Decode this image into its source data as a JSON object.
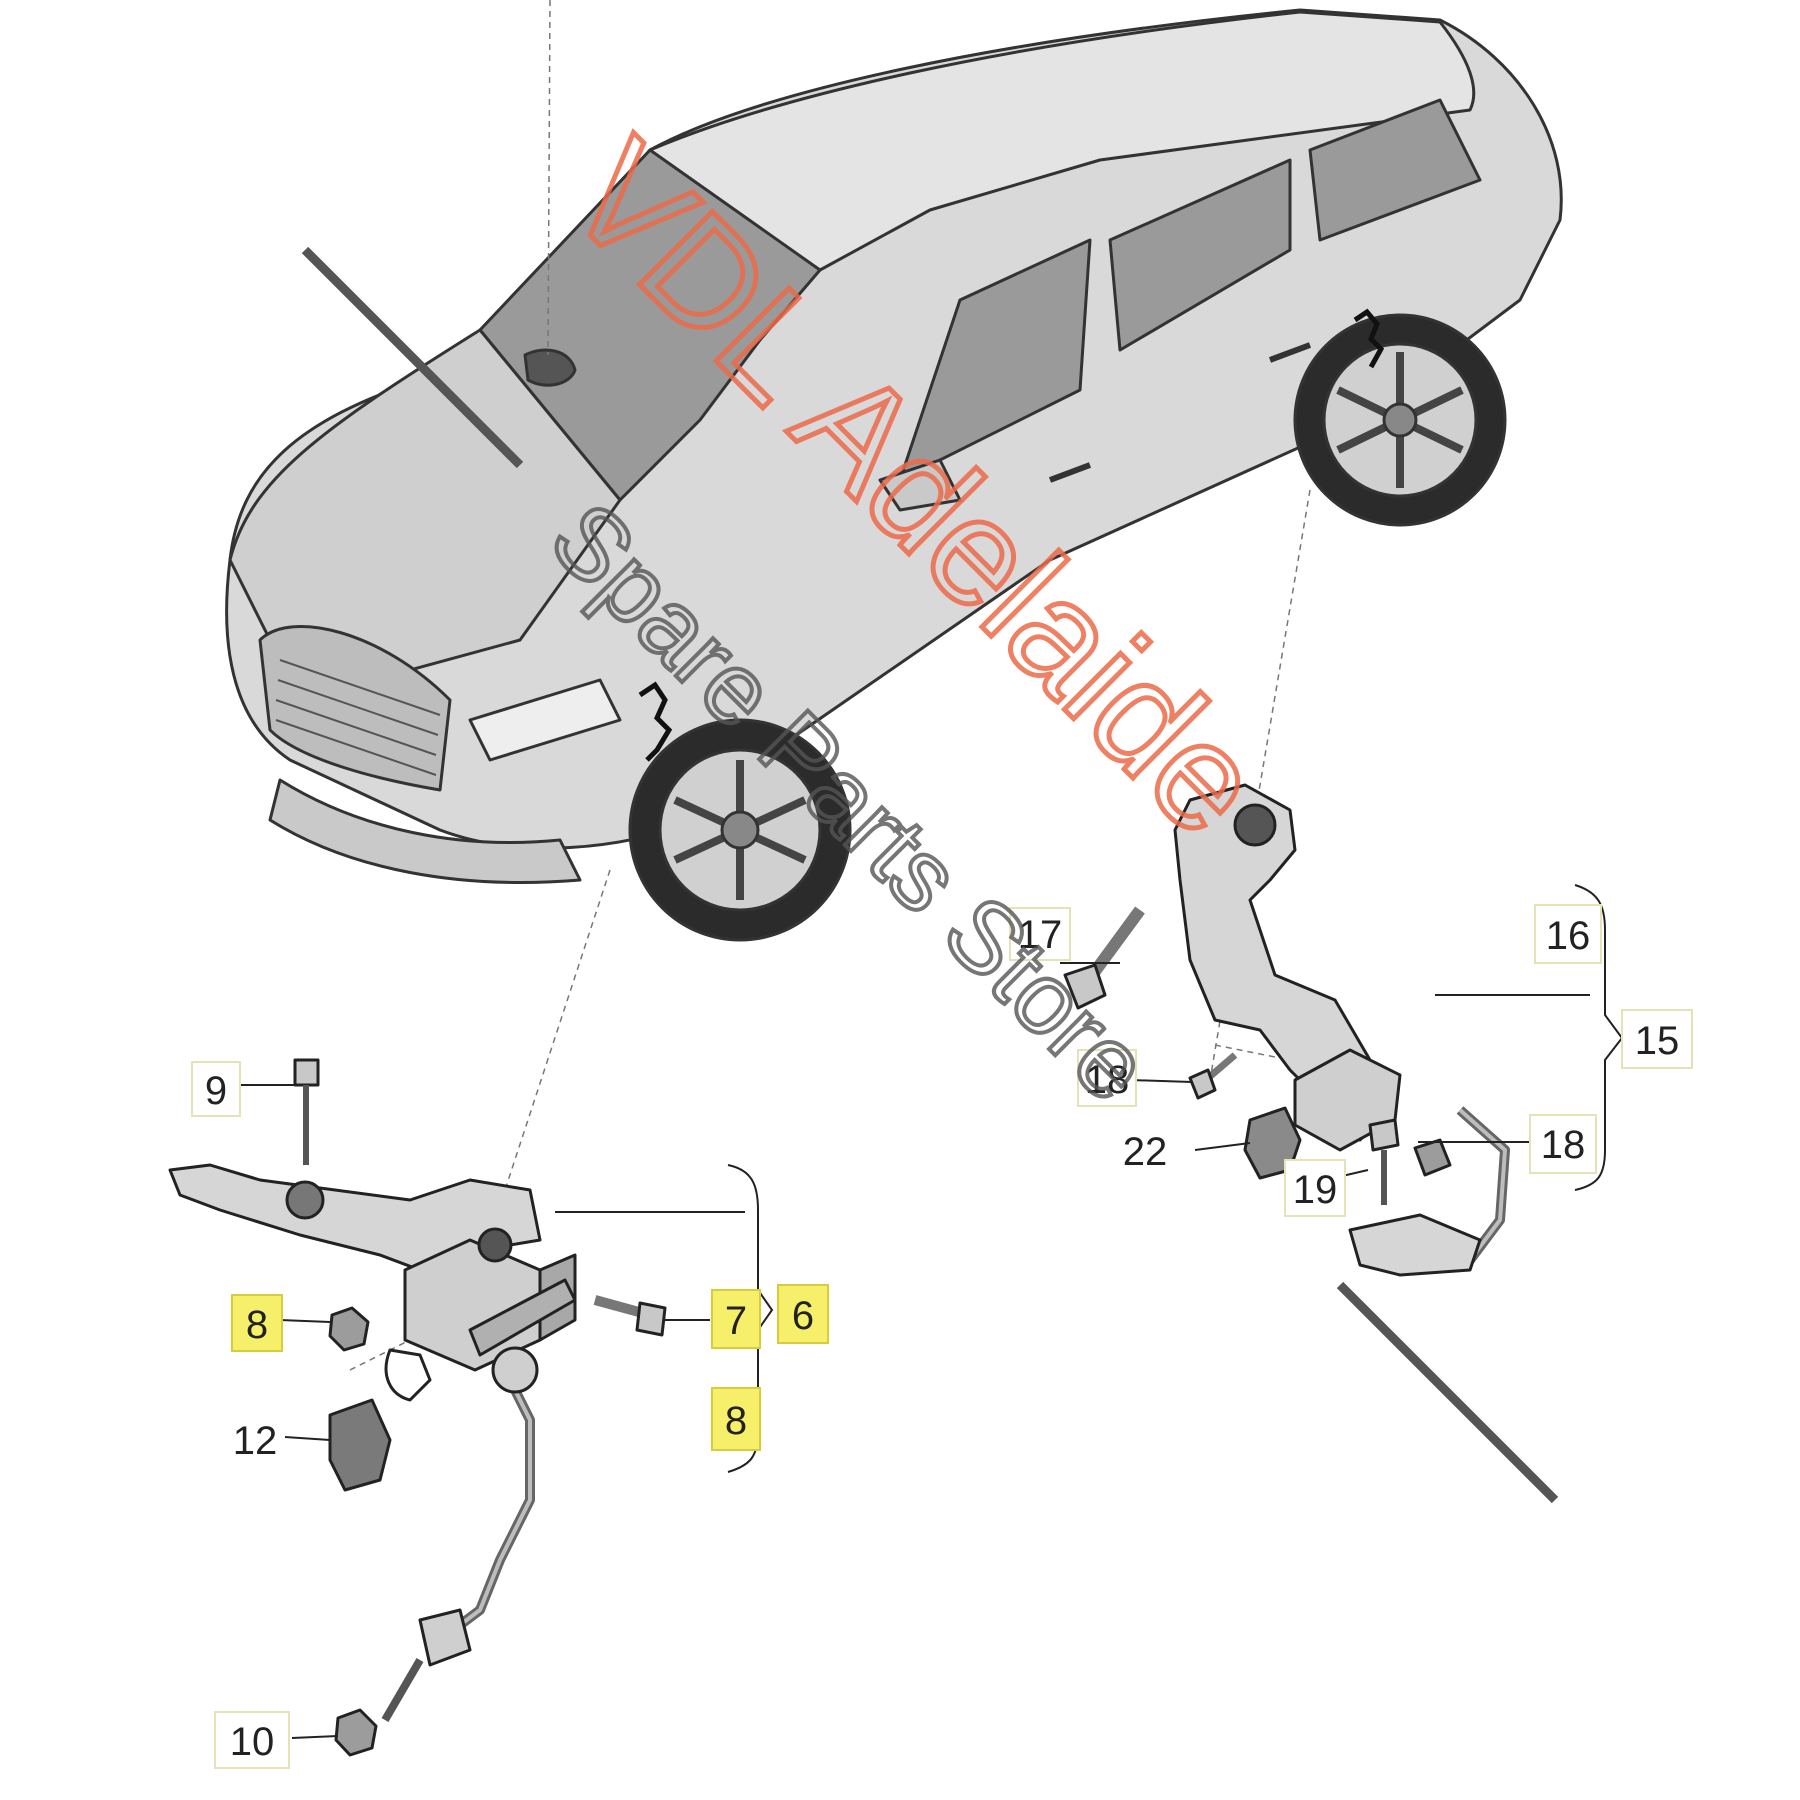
{
  "callouts": [
    {
      "id": "9",
      "text": "9",
      "highlighted": false
    },
    {
      "id": "8a",
      "text": "8",
      "highlighted": true
    },
    {
      "id": "12",
      "text": "12",
      "highlighted": false
    },
    {
      "id": "10",
      "text": "10",
      "highlighted": false
    },
    {
      "id": "7",
      "text": "7",
      "highlighted": true
    },
    {
      "id": "6",
      "text": "6",
      "highlighted": true
    },
    {
      "id": "8b",
      "text": "8",
      "highlighted": true
    },
    {
      "id": "17",
      "text": "17",
      "highlighted": false
    },
    {
      "id": "16",
      "text": "16",
      "highlighted": false
    },
    {
      "id": "15",
      "text": "15",
      "highlighted": false
    },
    {
      "id": "18a",
      "text": "18",
      "highlighted": false
    },
    {
      "id": "22",
      "text": "22",
      "highlighted": false
    },
    {
      "id": "19",
      "text": "19",
      "highlighted": false
    },
    {
      "id": "18b",
      "text": "18",
      "highlighted": false
    }
  ],
  "watermark": {
    "brand": "VDL Adelaide",
    "tagline": "Spare Parts Store"
  },
  "colors": {
    "highlight": "#f6ef6a",
    "watermark_red": "#ec6a4a",
    "line_art": "#333333",
    "car_body": "#d9d9d9"
  }
}
